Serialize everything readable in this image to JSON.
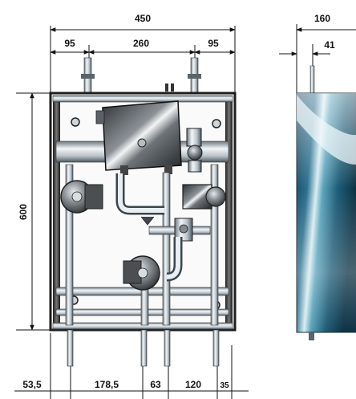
{
  "drawing": {
    "front_view": {
      "overall_width": "450",
      "segment_left": "95",
      "segment_center": "260",
      "segment_right": "95",
      "height": "600",
      "bottom_dims": [
        "53,5",
        "178,5",
        "63",
        "120",
        "35"
      ]
    },
    "side_view": {
      "overall_depth": "160",
      "pipe_offset": "41"
    }
  },
  "colors": {
    "frame": "#2a2a2a",
    "steel_light": "#e9eef2",
    "steel_mid": "#9aa6ae",
    "steel_dark": "#3a4650",
    "pump_dark": "#4b4f52",
    "panel_blue": "#2b6f8f",
    "panel_cyan": "#6fb7c9"
  },
  "icons": {
    "pump_left": "circulation-pump-icon",
    "pump_bottom": "circulation-pump-icon",
    "exchanger": "heat-exchanger-icon",
    "valve": "valve-icon"
  }
}
